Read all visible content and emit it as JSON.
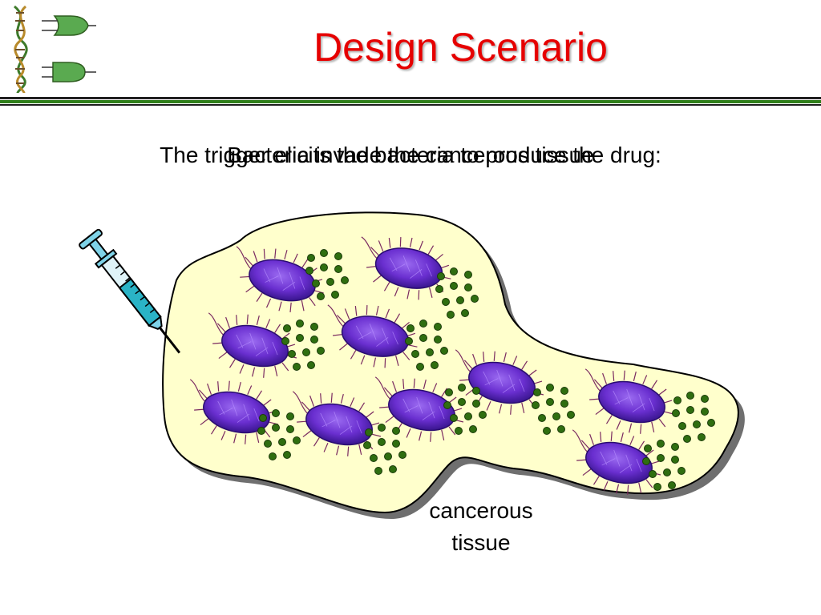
{
  "title": "Design Scenario",
  "captions": {
    "overlay_1": "The trigger elicits the bacteria to produce the drug:",
    "overlay_2": "Bacteria invade the cancerous tissue"
  },
  "labels": {
    "tissue_line1": "cancerous",
    "tissue_line2": "tissue"
  },
  "colors": {
    "title": "#e60000",
    "tissue_fill": "#ffffcc",
    "bacteria": "#6a2fd0",
    "drug_dots": "#2f6e10",
    "rule_green": "#2f7f1a"
  },
  "icons": [
    "dna-logic-gate-logo",
    "syringe-icon",
    "bacterium-icon",
    "drug-molecule-icon"
  ]
}
